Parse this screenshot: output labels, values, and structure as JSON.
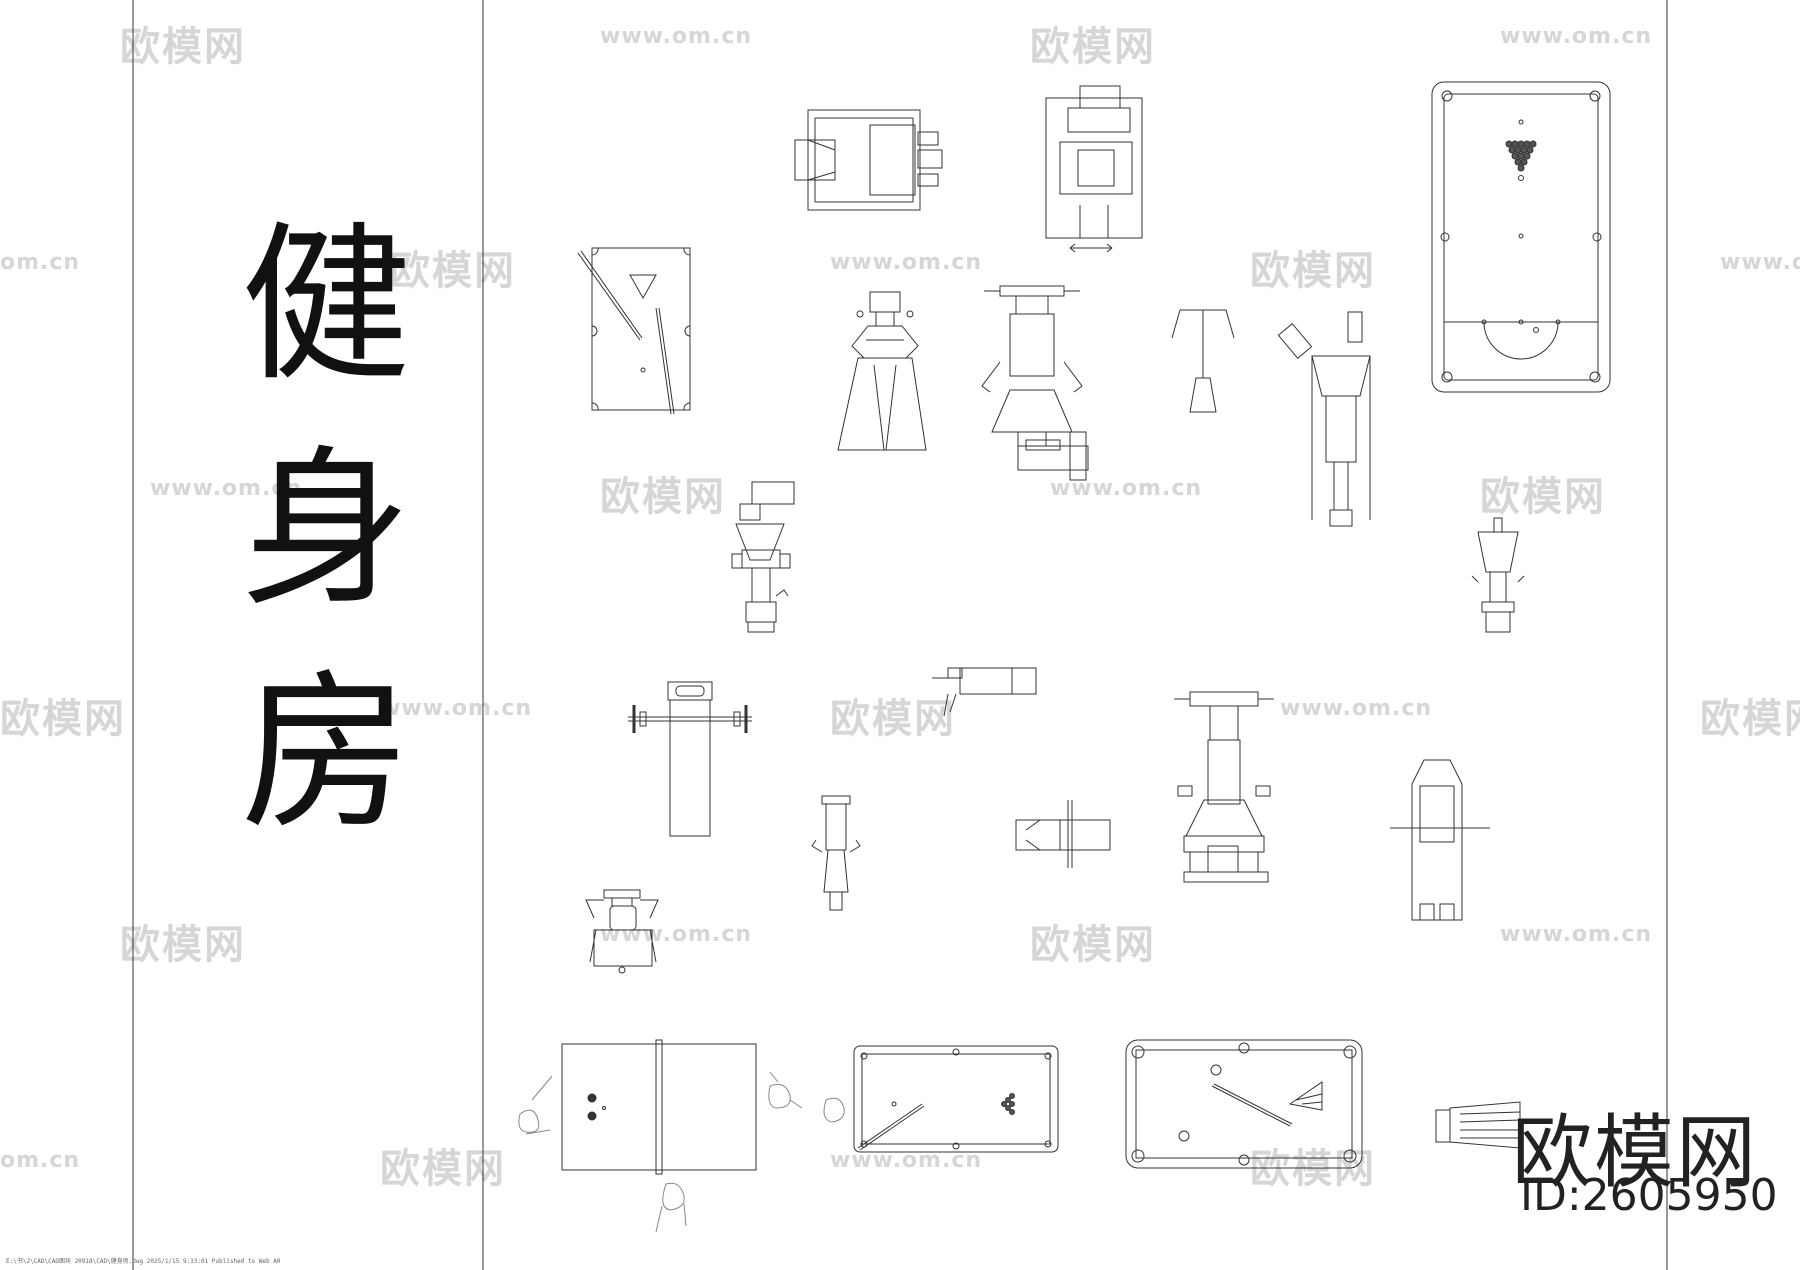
{
  "title_chars": [
    "健",
    "身",
    "房"
  ],
  "brand": {
    "name": "欧模网",
    "id_text": "ID:2605950"
  },
  "watermark": {
    "logo_text": "欧模网",
    "url_text": "www.om.cn",
    "url_short": "om.cn"
  },
  "footer_text": "E:\\书\\2\\CAD\\CAD图块 20918\\CAD\\健身房.dwg  2025/1/15 9:33:01  Published to Web  A0"
}
